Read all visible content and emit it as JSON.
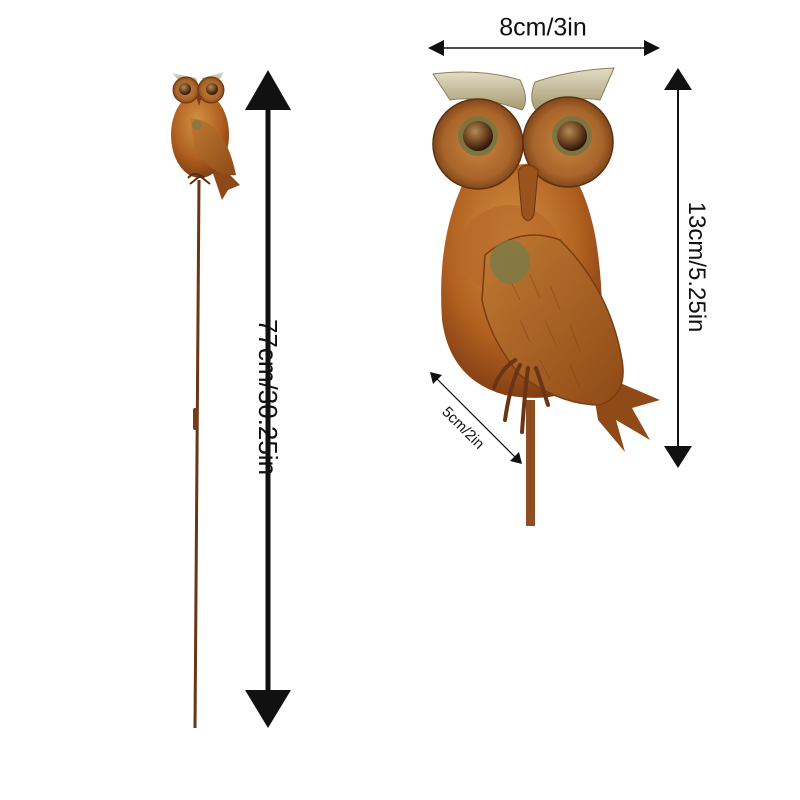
{
  "dimensions": {
    "total_height": "77cm/30.25in",
    "owl_width": "8cm/3in",
    "owl_height": "13cm/5.25in",
    "wing_width": "5cm/2in"
  },
  "colors": {
    "rust_dark": "#7a3a12",
    "rust_mid": "#b4651f",
    "rust_light": "#d08a3e",
    "metal_silver": "#c9c2a6",
    "arrow": "#111111",
    "patina": "#7c7a45"
  }
}
